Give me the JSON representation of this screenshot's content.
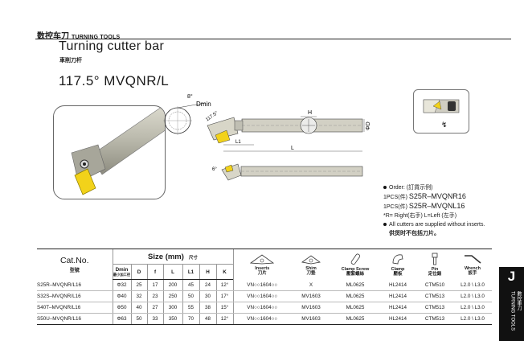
{
  "header": {
    "title_cn": "数控车刀",
    "title_en": "TURNING TOOLS"
  },
  "title": "Turning cutter bar",
  "subtitle_cn": "車削刀杆",
  "model": "117.5°  MVQNR/L",
  "drawing": {
    "dmin_label": "Dmin",
    "angle_label": "8°",
    "angle2_label": "117.5°",
    "h_label": "H",
    "d_label": "ΦD",
    "l1_label": "L1",
    "l_label": "L",
    "k_label": "6°"
  },
  "order": {
    "heading": "Order: (訂貨示例)",
    "line1_prefix": "1PCS(件)",
    "line1_code": "S25R–MVQNR16",
    "line2_prefix": "1PCS(件)",
    "line2_code": "S25R–MVQNL16",
    "note_rl": "*R= Right(右手)   L=Left (左手)",
    "note_cutters": "All cutters are supplied without inserts.",
    "note_cutters_cn": "供货时不包括刀片。"
  },
  "table": {
    "catno_label": "Cat.No.",
    "catno_cn": "型號",
    "size_label": "Size (mm)",
    "size_cn": "尺寸",
    "dmin_label": "Dmin",
    "dmin_sub": "最小加工径",
    "cols": [
      "D",
      "f",
      "L",
      "L1",
      "H",
      "K"
    ],
    "accessories": [
      {
        "en": "Inserts",
        "cn": "刀片",
        "icon": "insert-icon"
      },
      {
        "en": "Shim",
        "cn": "刀墊",
        "icon": "shim-icon"
      },
      {
        "en": "Clamp Screw",
        "cn": "壓緊螺絲",
        "icon": "clamp-screw-icon"
      },
      {
        "en": "Clamp",
        "cn": "壓板",
        "icon": "clamp-icon"
      },
      {
        "en": "Pin",
        "cn": "定位銷",
        "icon": "pin-icon"
      },
      {
        "en": "Wrench",
        "cn": "扳手",
        "icon": "wrench-icon"
      }
    ],
    "rows": [
      {
        "catno": "S25R–MVQNR/L16",
        "dmin": "Φ32",
        "D": "25",
        "f": "17",
        "L": "200",
        "L1": "45",
        "H": "24",
        "K": "12°",
        "insert": "VN○○1604○○",
        "shim": "X",
        "screw": "ML0625",
        "clamp": "HL2414",
        "pin": "CTM510",
        "wrench": "L2.0 \\ L3.0"
      },
      {
        "catno": "S32S–MVQNR/L16",
        "dmin": "Φ40",
        "D": "32",
        "f": "23",
        "L": "250",
        "L1": "50",
        "H": "30",
        "K": "17°",
        "insert": "VN○○1604○○",
        "shim": "MV1603",
        "screw": "ML0625",
        "clamp": "HL2414",
        "pin": "CTM513",
        "wrench": "L2.0 \\ L3.0"
      },
      {
        "catno": "S40T–MVQNR/L16",
        "dmin": "Φ50",
        "D": "40",
        "f": "27",
        "L": "300",
        "L1": "55",
        "H": "38",
        "K": "15°",
        "insert": "VN○○1604○○",
        "shim": "MV1603",
        "screw": "ML0625",
        "clamp": "HL2414",
        "pin": "CTM513",
        "wrench": "L2.0 \\ L3.0"
      },
      {
        "catno": "S50U–MVQNR/L16",
        "dmin": "Φ63",
        "D": "50",
        "f": "33",
        "L": "350",
        "L1": "70",
        "H": "48",
        "K": "12°",
        "insert": "VN○○1604○○",
        "shim": "MV1603",
        "screw": "ML0625",
        "clamp": "HL2414",
        "pin": "CTM513",
        "wrench": "L2.0 \\ L3.0"
      }
    ]
  },
  "side_tab": {
    "letter": "J",
    "cn": "數控車刀",
    "en": "TURNING TOOLS"
  },
  "colors": {
    "insert_yellow": "#f2d21a",
    "bar_grey": "#c9c7bb",
    "tab_black": "#111111"
  }
}
